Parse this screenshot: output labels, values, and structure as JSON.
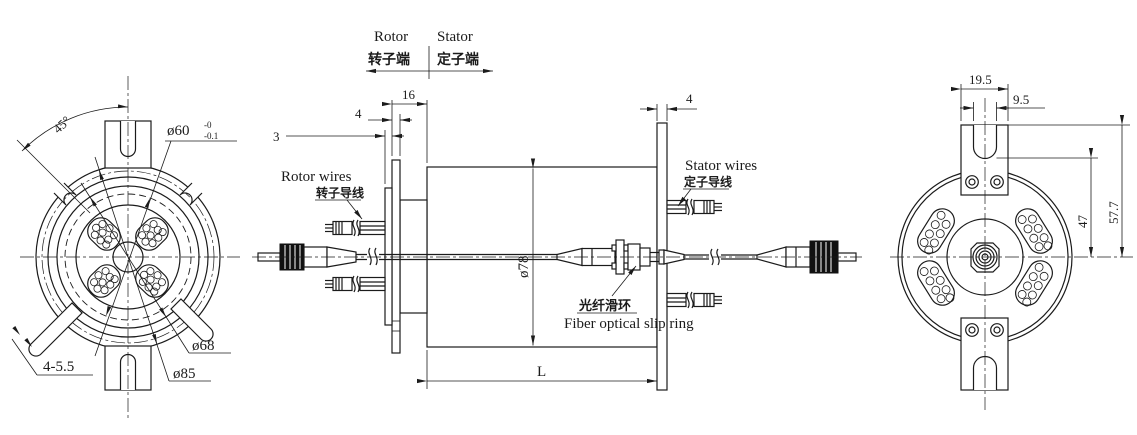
{
  "drawing": {
    "title": "Fiber optical slip ring engineering drawing",
    "colors": {
      "line": "#1b1b1b",
      "background": "#ffffff"
    },
    "header": {
      "rotor_en": "Rotor",
      "stator_en": "Stator",
      "rotor_cn": "转子端",
      "stator_cn": "定子端"
    },
    "left_view": {
      "angle": "45°",
      "d60": "ø60",
      "d60_tol_top": "-0",
      "d60_tol_bottom": "-0.1",
      "holes": "4-5.5",
      "d68": "ø68",
      "d85": "ø85"
    },
    "center_view": {
      "dim16": "16",
      "dim4_left": "4",
      "dim3": "3",
      "dim4_right": "4",
      "d78": "ø78",
      "length": "L",
      "rotor_wires_en": "Rotor wires",
      "rotor_wires_cn": "转子导线",
      "stator_wires_en": "Stator wires",
      "stator_wires_cn": "定子导线",
      "slip_ring_cn": "光纤滑环",
      "slip_ring_en": "Fiber optical slip ring"
    },
    "right_view": {
      "dim19_5": "19.5",
      "dim9_5": "9.5",
      "dim47": "47",
      "dim57_7": "57.7"
    }
  }
}
